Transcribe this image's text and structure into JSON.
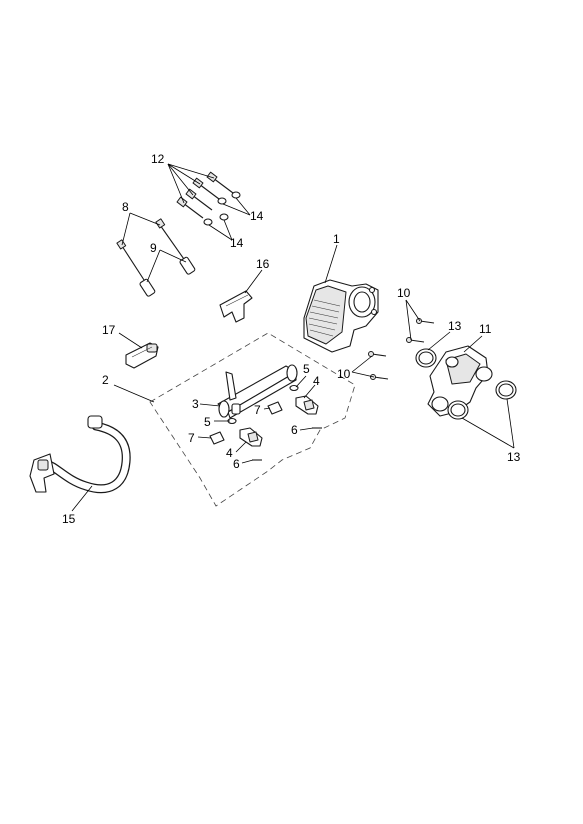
{
  "callouts": {
    "c1": "1",
    "c2": "2",
    "c3": "3",
    "c4a": "4",
    "c4b": "4",
    "c5a": "5",
    "c5b": "5",
    "c6a": "6",
    "c6b": "6",
    "c7a": "7",
    "c7b": "7",
    "c8": "8",
    "c9": "9",
    "c10a": "10",
    "c10b": "10",
    "c11": "11",
    "c12": "12",
    "c13a": "13",
    "c13b": "13",
    "c14a": "14",
    "c14b": "14",
    "c15": "15",
    "c16": "16",
    "c17": "17"
  }
}
